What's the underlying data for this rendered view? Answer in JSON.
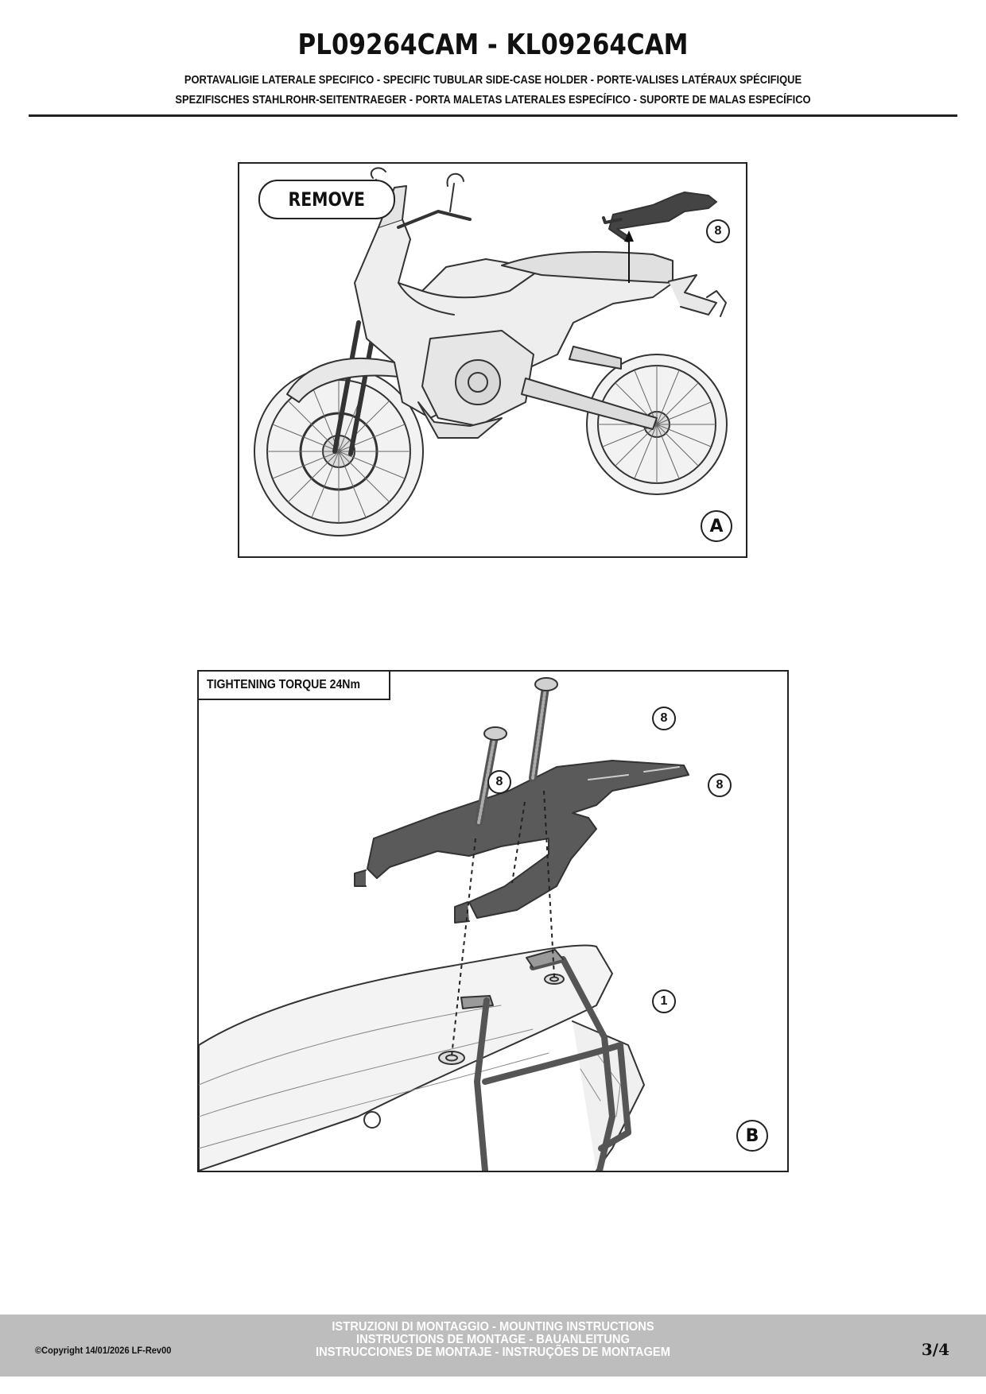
{
  "header": {
    "title": "PL09264CAM - KL09264CAM",
    "subtitle_line1": "PORTAVALIGIE LATERALE SPECIFICO  -  SPECIFIC TUBULAR SIDE-CASE HOLDER  - PORTE-VALISES LATÉRAUX SPÉCIFIQUE",
    "subtitle_line2": "SPEZIFISCHES STAHLROHR-SEITENTRAEGER - PORTA MALETAS LATERALES ESPECÍFICO - SUPORTE DE MALAS ESPECÍFICO"
  },
  "panel_a": {
    "badge": "REMOVE",
    "callout": "8",
    "letter": "A"
  },
  "panel_b": {
    "torque": "TIGHTENING TORQUE 24Nm",
    "callout_bolt_right": "8",
    "callout_bolt_left": "8",
    "callout_rack": "8",
    "callout_frame": "1",
    "letter": "B"
  },
  "footer": {
    "copyright": "©Copyright 14/01/2026 LF-Rev00",
    "line1": "ISTRUZIONI DI MONTAGGIO  -  MOUNTING INSTRUCTIONS",
    "line2": "INSTRUCTIONS DE MONTAGE - BAUANLEITUNG",
    "line3": "INSTRUCCIONES DE MONTAJE - INSTRUÇÕES DE MONTAGEM",
    "page": "3/4"
  }
}
